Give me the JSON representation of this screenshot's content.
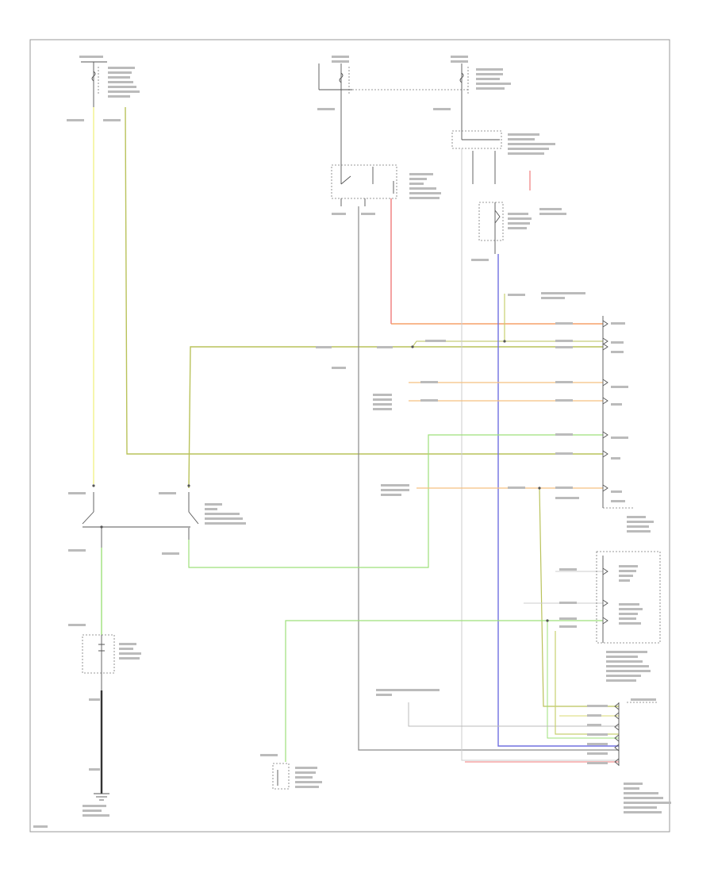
{
  "diagram": {
    "footer_code": "",
    "colors": {
      "yellow": "#f2f28a",
      "yel_blk": "#b9c25a",
      "grn_yel": "#9ee07a",
      "orange_red": "#f5a06a",
      "red": "#f07a7a",
      "blue_purple": "#7070e0",
      "grey": "#8a8a8a",
      "black": "#333333"
    },
    "components": [
      {
        "id": "fuse-top-left",
        "label": ""
      },
      {
        "id": "fuse-top-center",
        "label": ""
      },
      {
        "id": "fuse-top-right",
        "label": ""
      },
      {
        "id": "relay-center",
        "label": ""
      },
      {
        "id": "relay-right",
        "label": ""
      },
      {
        "id": "switch-left",
        "label": ""
      },
      {
        "id": "switch-mid",
        "label": ""
      },
      {
        "id": "fuel-tank-unit",
        "label": ""
      },
      {
        "id": "ground-left",
        "label": ""
      },
      {
        "id": "sensor-bottom",
        "label": ""
      },
      {
        "id": "engine-module",
        "label": ""
      },
      {
        "id": "connector-right-mid",
        "label": ""
      },
      {
        "id": "connector-bottom-right",
        "label": ""
      }
    ]
  }
}
